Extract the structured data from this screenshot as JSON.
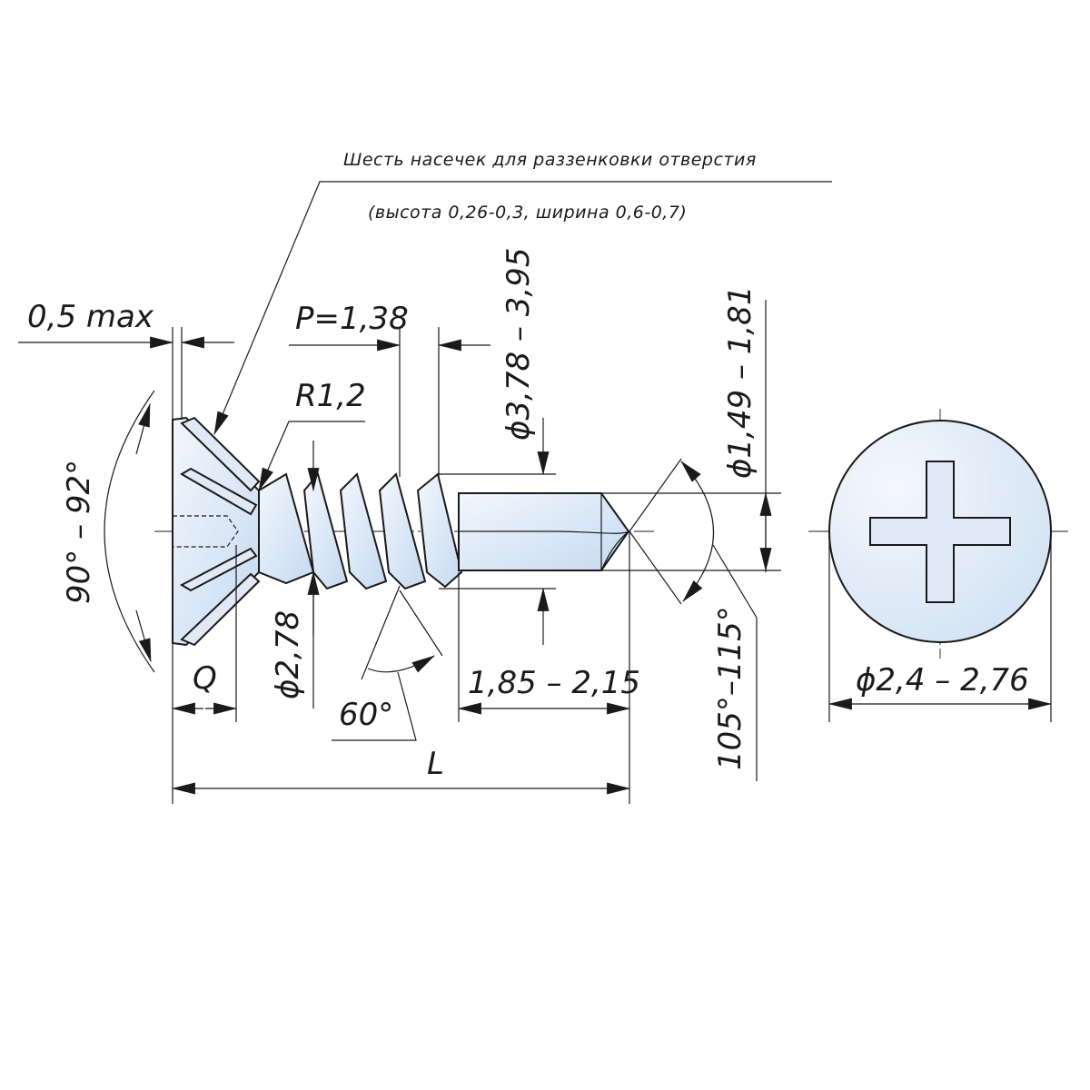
{
  "note": {
    "line1": "Шесть насечек для раззенковки отверстия",
    "line2": "(высота 0,26-0,3, ширина 0,6-0,7)"
  },
  "dimensions": {
    "underhead": "0,5 max",
    "pitch": "P=1,38",
    "radius": "R1,2",
    "outer_diameter": "ϕ3,78 – 3,95",
    "drill_diameter": "ϕ1,49 – 1,81",
    "head_angle": "90° – 92°",
    "q": "Q",
    "inner_diameter": "ϕ2,78",
    "thread_angle": "60°",
    "drill_length": "1,85 – 2,15",
    "point_angle": "105°–115°",
    "length": "L",
    "recess_diameter": "ϕ2,4 – 2,76"
  },
  "colors": {
    "line": "#1a1a1a",
    "metal_light": "#f2f7fd",
    "metal_dark": "#c6daf0",
    "background": "#ffffff"
  }
}
